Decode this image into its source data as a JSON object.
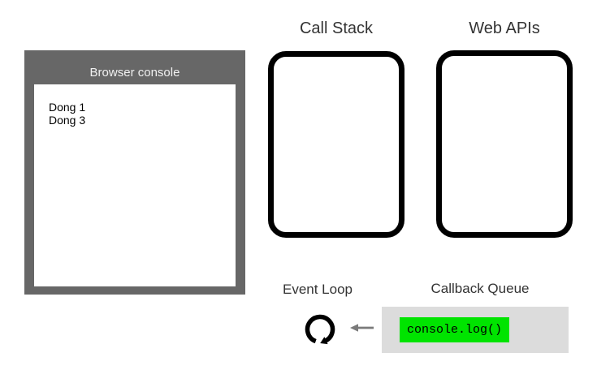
{
  "diagram": {
    "browser_console": {
      "title": "Browser console",
      "log_lines": [
        "Dong 1",
        "Dong 3"
      ]
    },
    "call_stack": {
      "title": "Call Stack"
    },
    "web_apis": {
      "title": "Web APIs"
    },
    "event_loop": {
      "label": "Event Loop",
      "icon": "circular-clockwise-arrow"
    },
    "callback_queue": {
      "label": "Callback Queue",
      "items": [
        "console.log()"
      ],
      "arrow_icon": "left-arrow"
    },
    "colors": {
      "console_panel_gray": "#676767",
      "console_title_text": "#f1f1f1",
      "console_log_text": "#000000",
      "box_border": "#000000",
      "label_text": "#333333",
      "queue_background": "#dcdcdc",
      "queue_item_highlight": "#00e400",
      "arrow_gray": "#7a7a7a",
      "page_background": "#ffffff"
    }
  }
}
